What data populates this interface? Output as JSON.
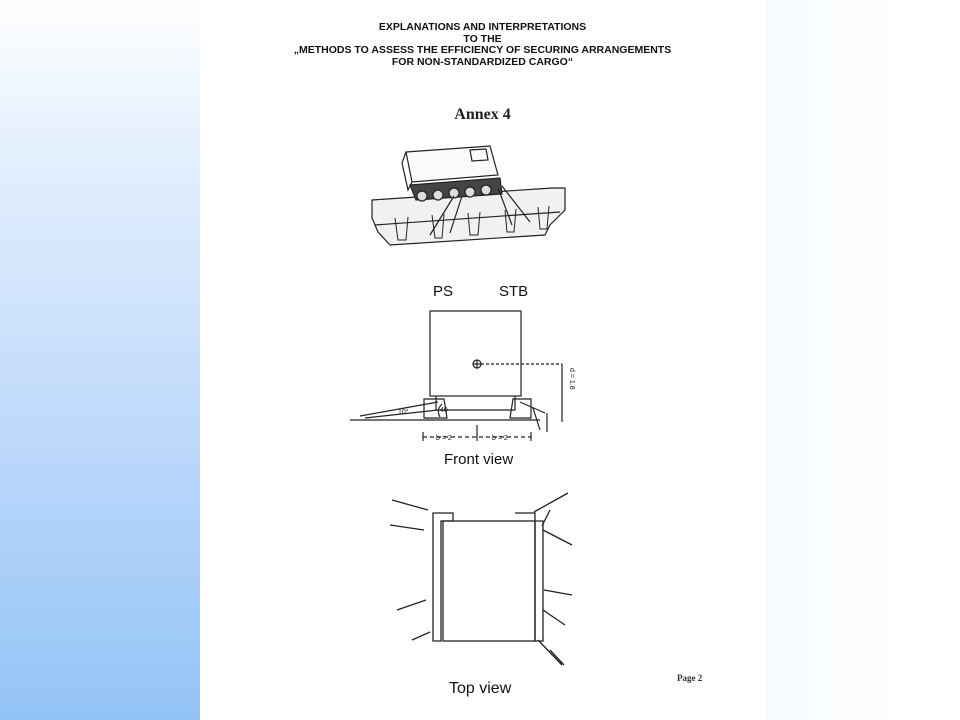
{
  "header": {
    "line1": "EXPLANATIONS AND INTERPRETATIONS",
    "line2": "TO THE",
    "line3": "„METHODS TO ASSESS THE EFFICIENCY OF SECURING ARRANGEMENTS",
    "line4": "FOR NON-STANDARDIZED CARGO“"
  },
  "annex_title": "Annex 4",
  "front_view": {
    "label_ps": "PS",
    "label_stb": "STB",
    "caption": "Front view",
    "angle_10": "10°",
    "angle_40": "40",
    "dim_b_left": "b = 2",
    "dim_b_right": "b = 2",
    "dim_height": "d = 1.8"
  },
  "top_view": {
    "caption": "Top view"
  },
  "page_number": "Page 2"
}
